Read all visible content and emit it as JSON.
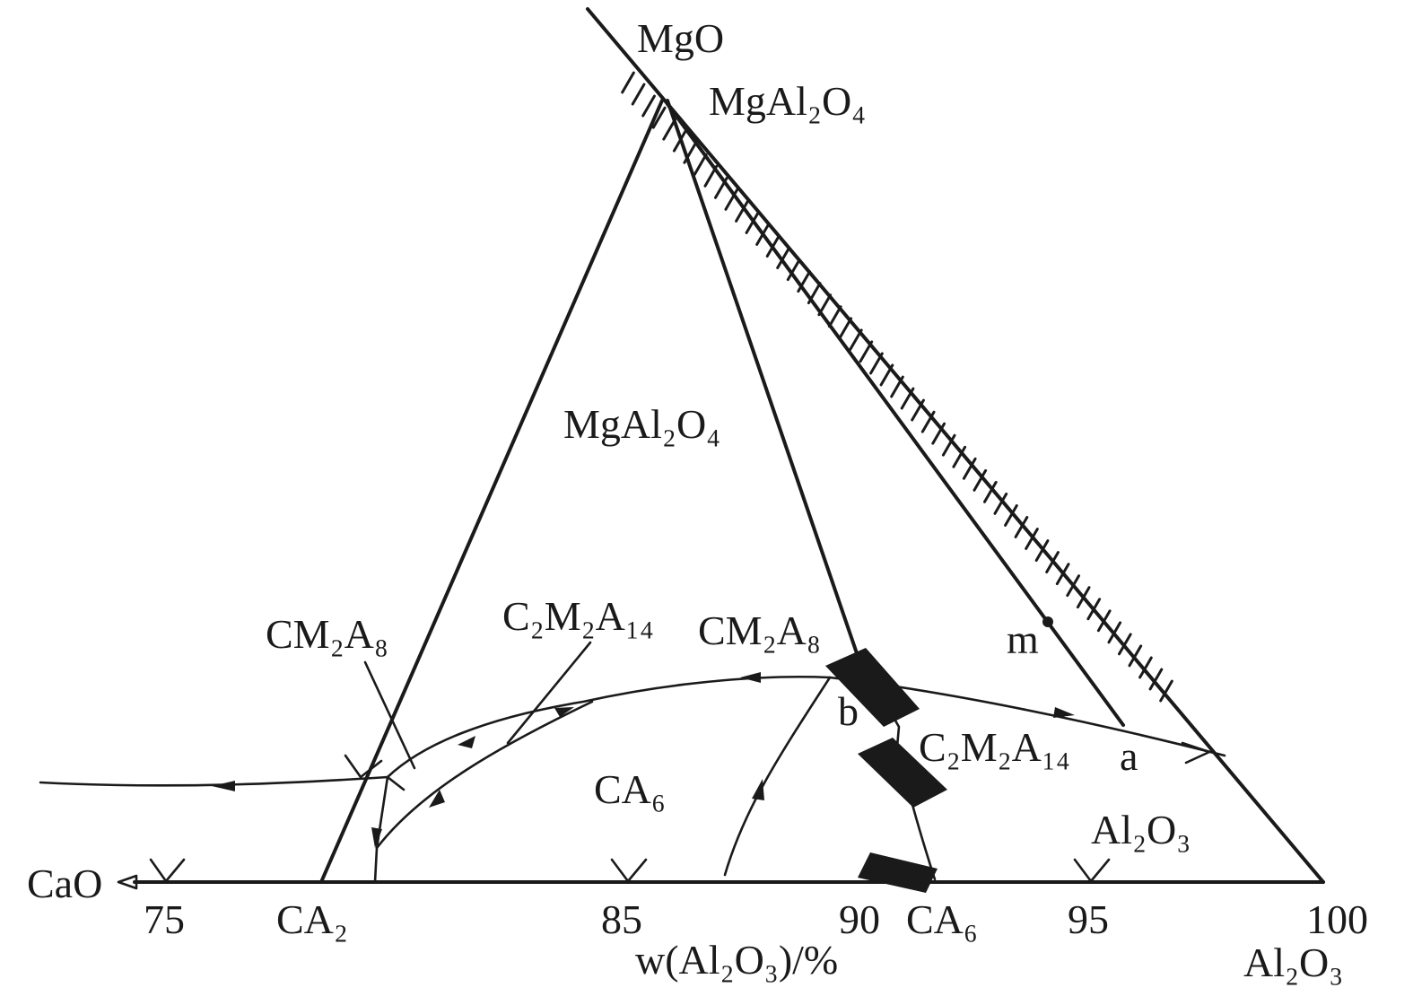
{
  "diagram": {
    "vertices": {
      "mgo": "MgO",
      "cao": "CaO",
      "al2o3": "Al₂O₃"
    },
    "phases": {
      "mgal2o4_top": "MgAl₂O₄",
      "mgal2o4_field": "MgAl₂O₄",
      "cm2a8_left": "CM₂A₈",
      "cm2a8_right": "CM₂A₈",
      "c2m2a14_left": "C₂M₂A₁₄",
      "c2m2a14_right": "C₂M₂A₁₄",
      "ca6_field": "CA₆",
      "ca2_axis": "CA₂",
      "ca6_axis": "CA₆",
      "al2o3_field": "Al₂O₃"
    },
    "points": {
      "m": "m",
      "a": "a",
      "b": "b"
    },
    "axis": {
      "ticks": [
        "75",
        "85",
        "90",
        "95",
        "100"
      ],
      "label": "w(Al₂O₃)/%"
    }
  }
}
